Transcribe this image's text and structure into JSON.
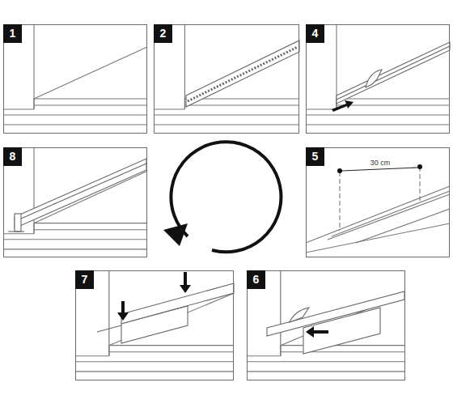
{
  "diagram": {
    "nodes": [
      {
        "text": [
          "1"
        ]
      },
      {
        "text": [
          "2"
        ]
      },
      {
        "text": [
          "4"
        ]
      },
      {
        "text": [
          "8"
        ]
      },
      {
        "text": [
          "5"
        ]
      },
      {
        "text": [
          "7"
        ]
      },
      {
        "text": [
          "6"
        ]
      }
    ],
    "labels": [
      "30 cm"
    ]
  }
}
